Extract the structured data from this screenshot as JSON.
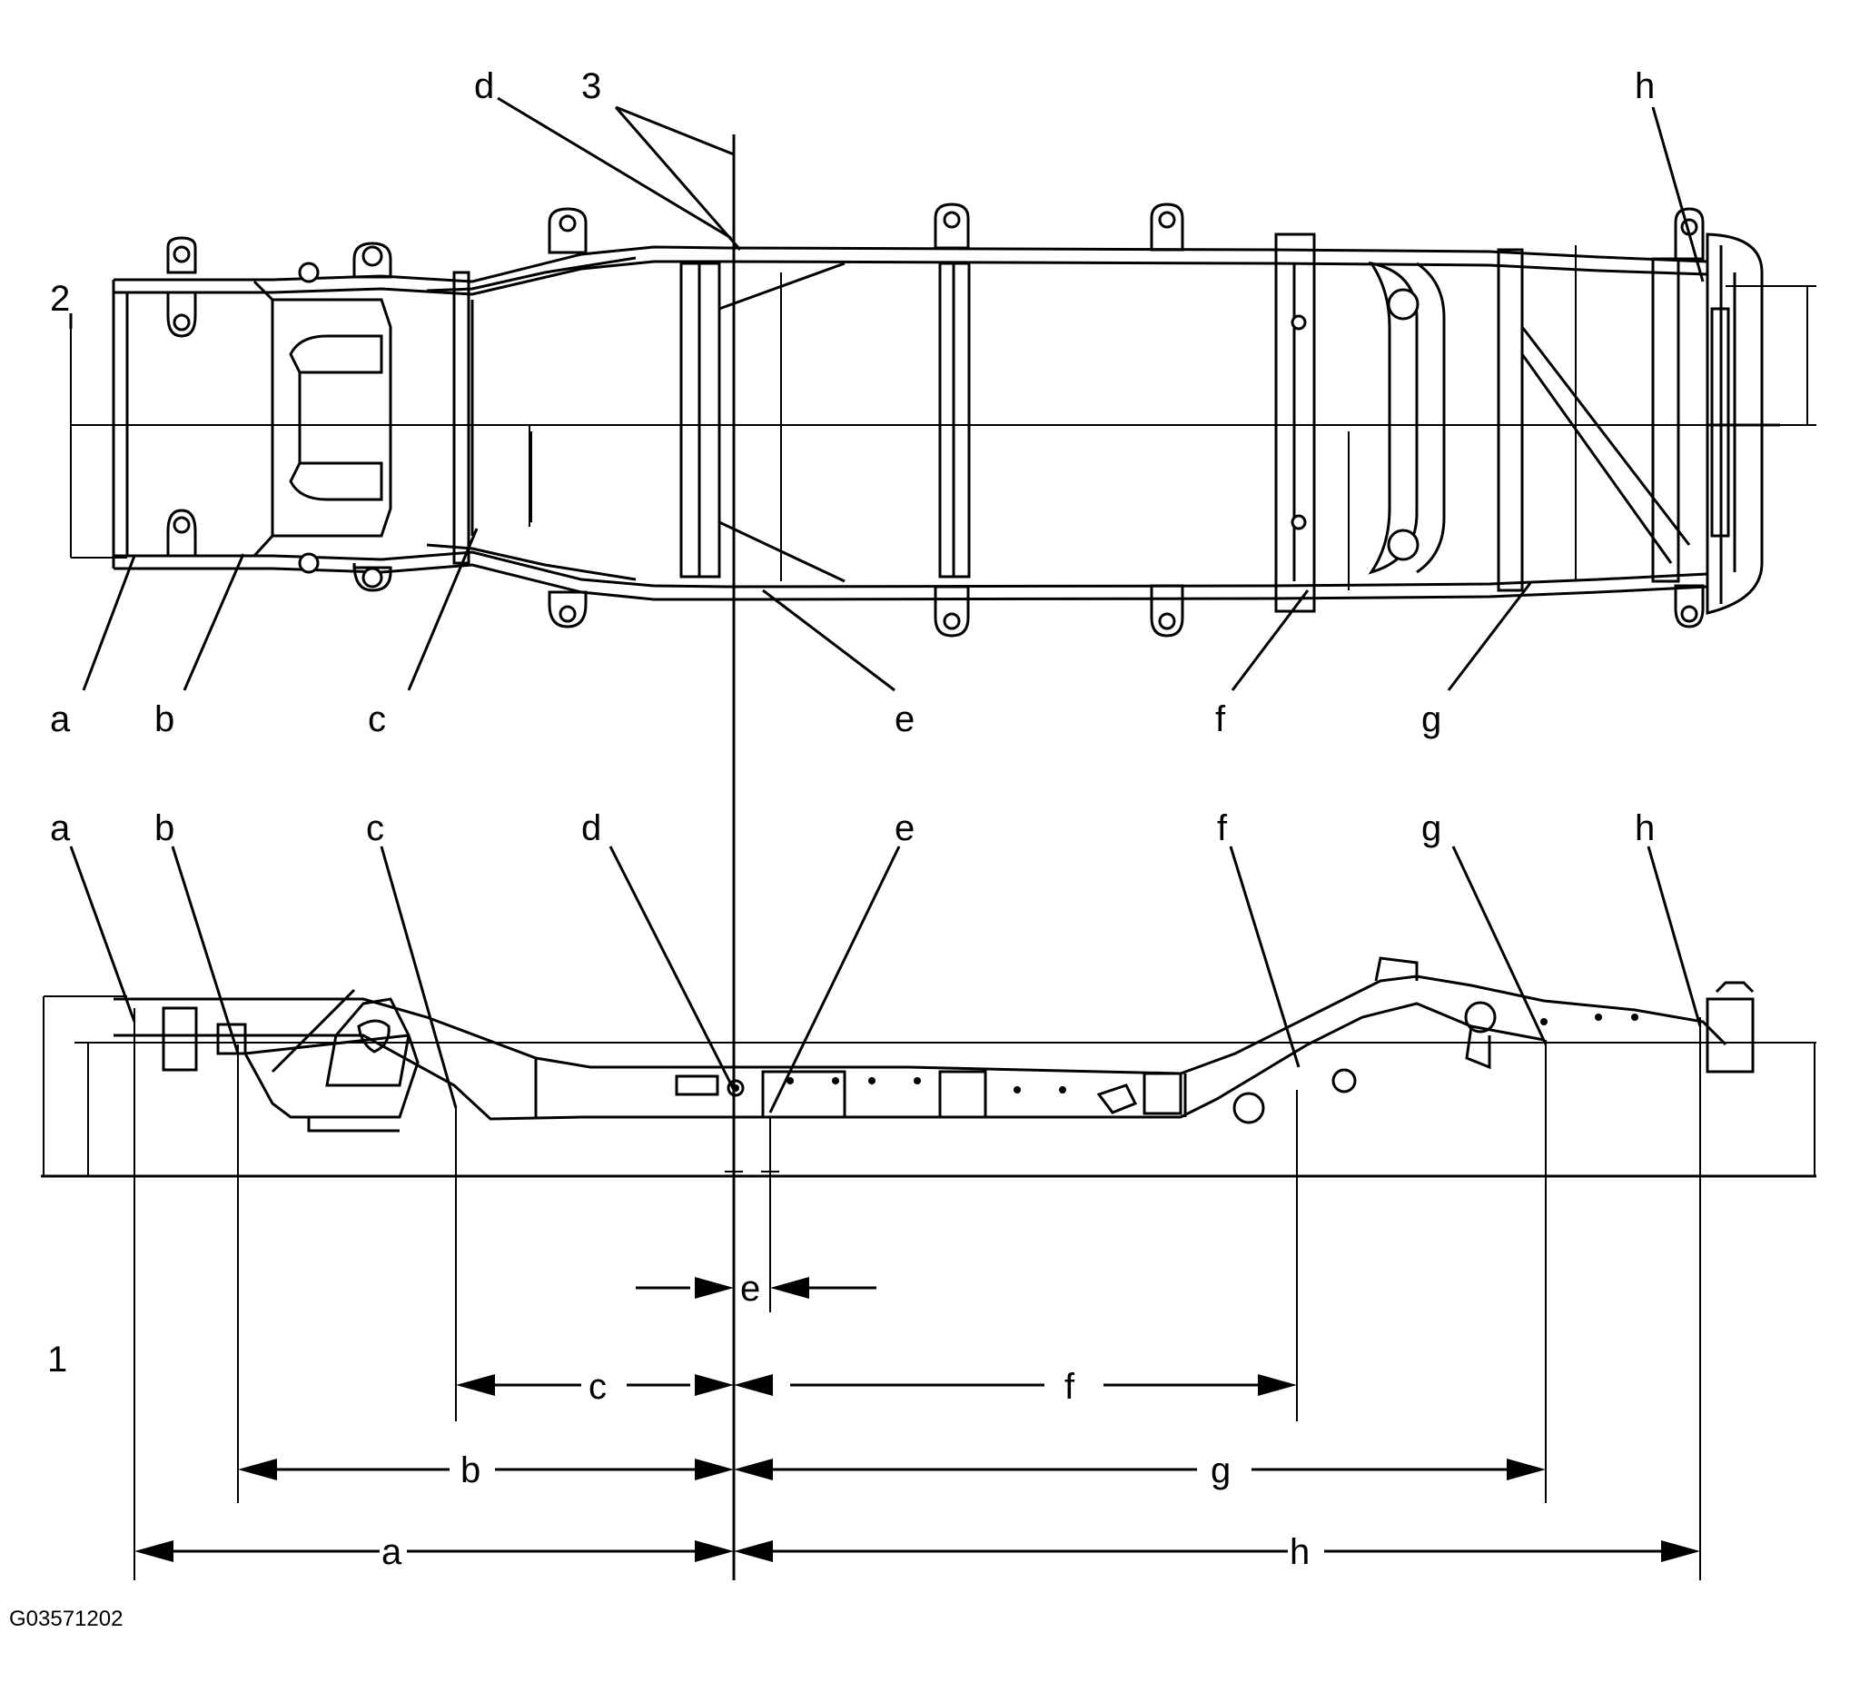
{
  "figure_id": "G03571202",
  "datum_labels": {
    "one": "1",
    "two": "2",
    "three": "3"
  },
  "top_view_labels": [
    "a",
    "b",
    "c",
    "d",
    "e",
    "f",
    "g",
    "h"
  ],
  "side_view_labels": [
    "a",
    "b",
    "c",
    "d",
    "e",
    "f",
    "g",
    "h"
  ],
  "dimension_labels": [
    "a",
    "b",
    "c",
    "e",
    "f",
    "g",
    "h"
  ],
  "colors": {
    "ink": "#000000",
    "paper": "#ffffff"
  }
}
